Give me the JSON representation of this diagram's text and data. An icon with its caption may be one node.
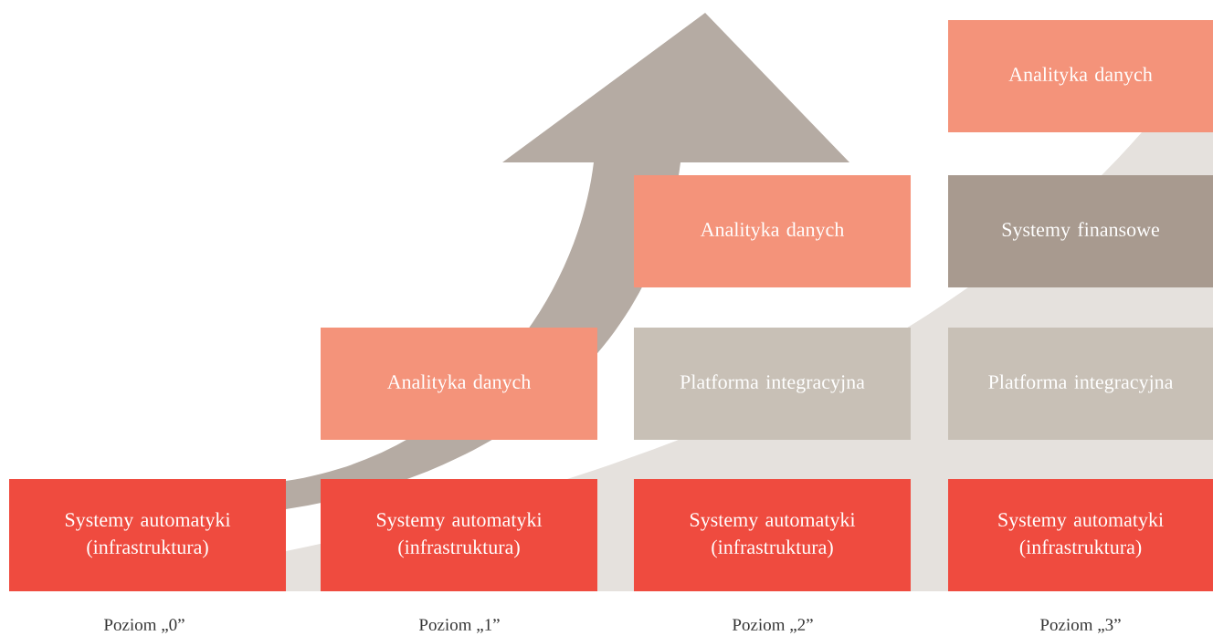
{
  "diagram": {
    "nodes": [
      {
        "text": [
          "Analityka danych"
        ]
      },
      {
        "text": [
          "Analityka danych"
        ]
      },
      {
        "text": [
          "Systemy finansowe"
        ]
      },
      {
        "text": [
          "Analityka danych"
        ]
      },
      {
        "text": [
          "Platforma integracyjna"
        ]
      },
      {
        "text": [
          "Platforma integracyjna"
        ]
      },
      {
        "text": [
          "Systemy automatyki (infrastruktura)"
        ]
      },
      {
        "text": [
          "Systemy automatyki (infrastruktura)"
        ]
      },
      {
        "text": [
          "Systemy automatyki (infrastruktura)"
        ]
      },
      {
        "text": [
          "Systemy automatyki (infrastruktura)"
        ]
      }
    ],
    "labels": [
      "Poziom „0”",
      "Poziom „1”",
      "Poziom „2”",
      "Poziom „3”"
    ]
  }
}
